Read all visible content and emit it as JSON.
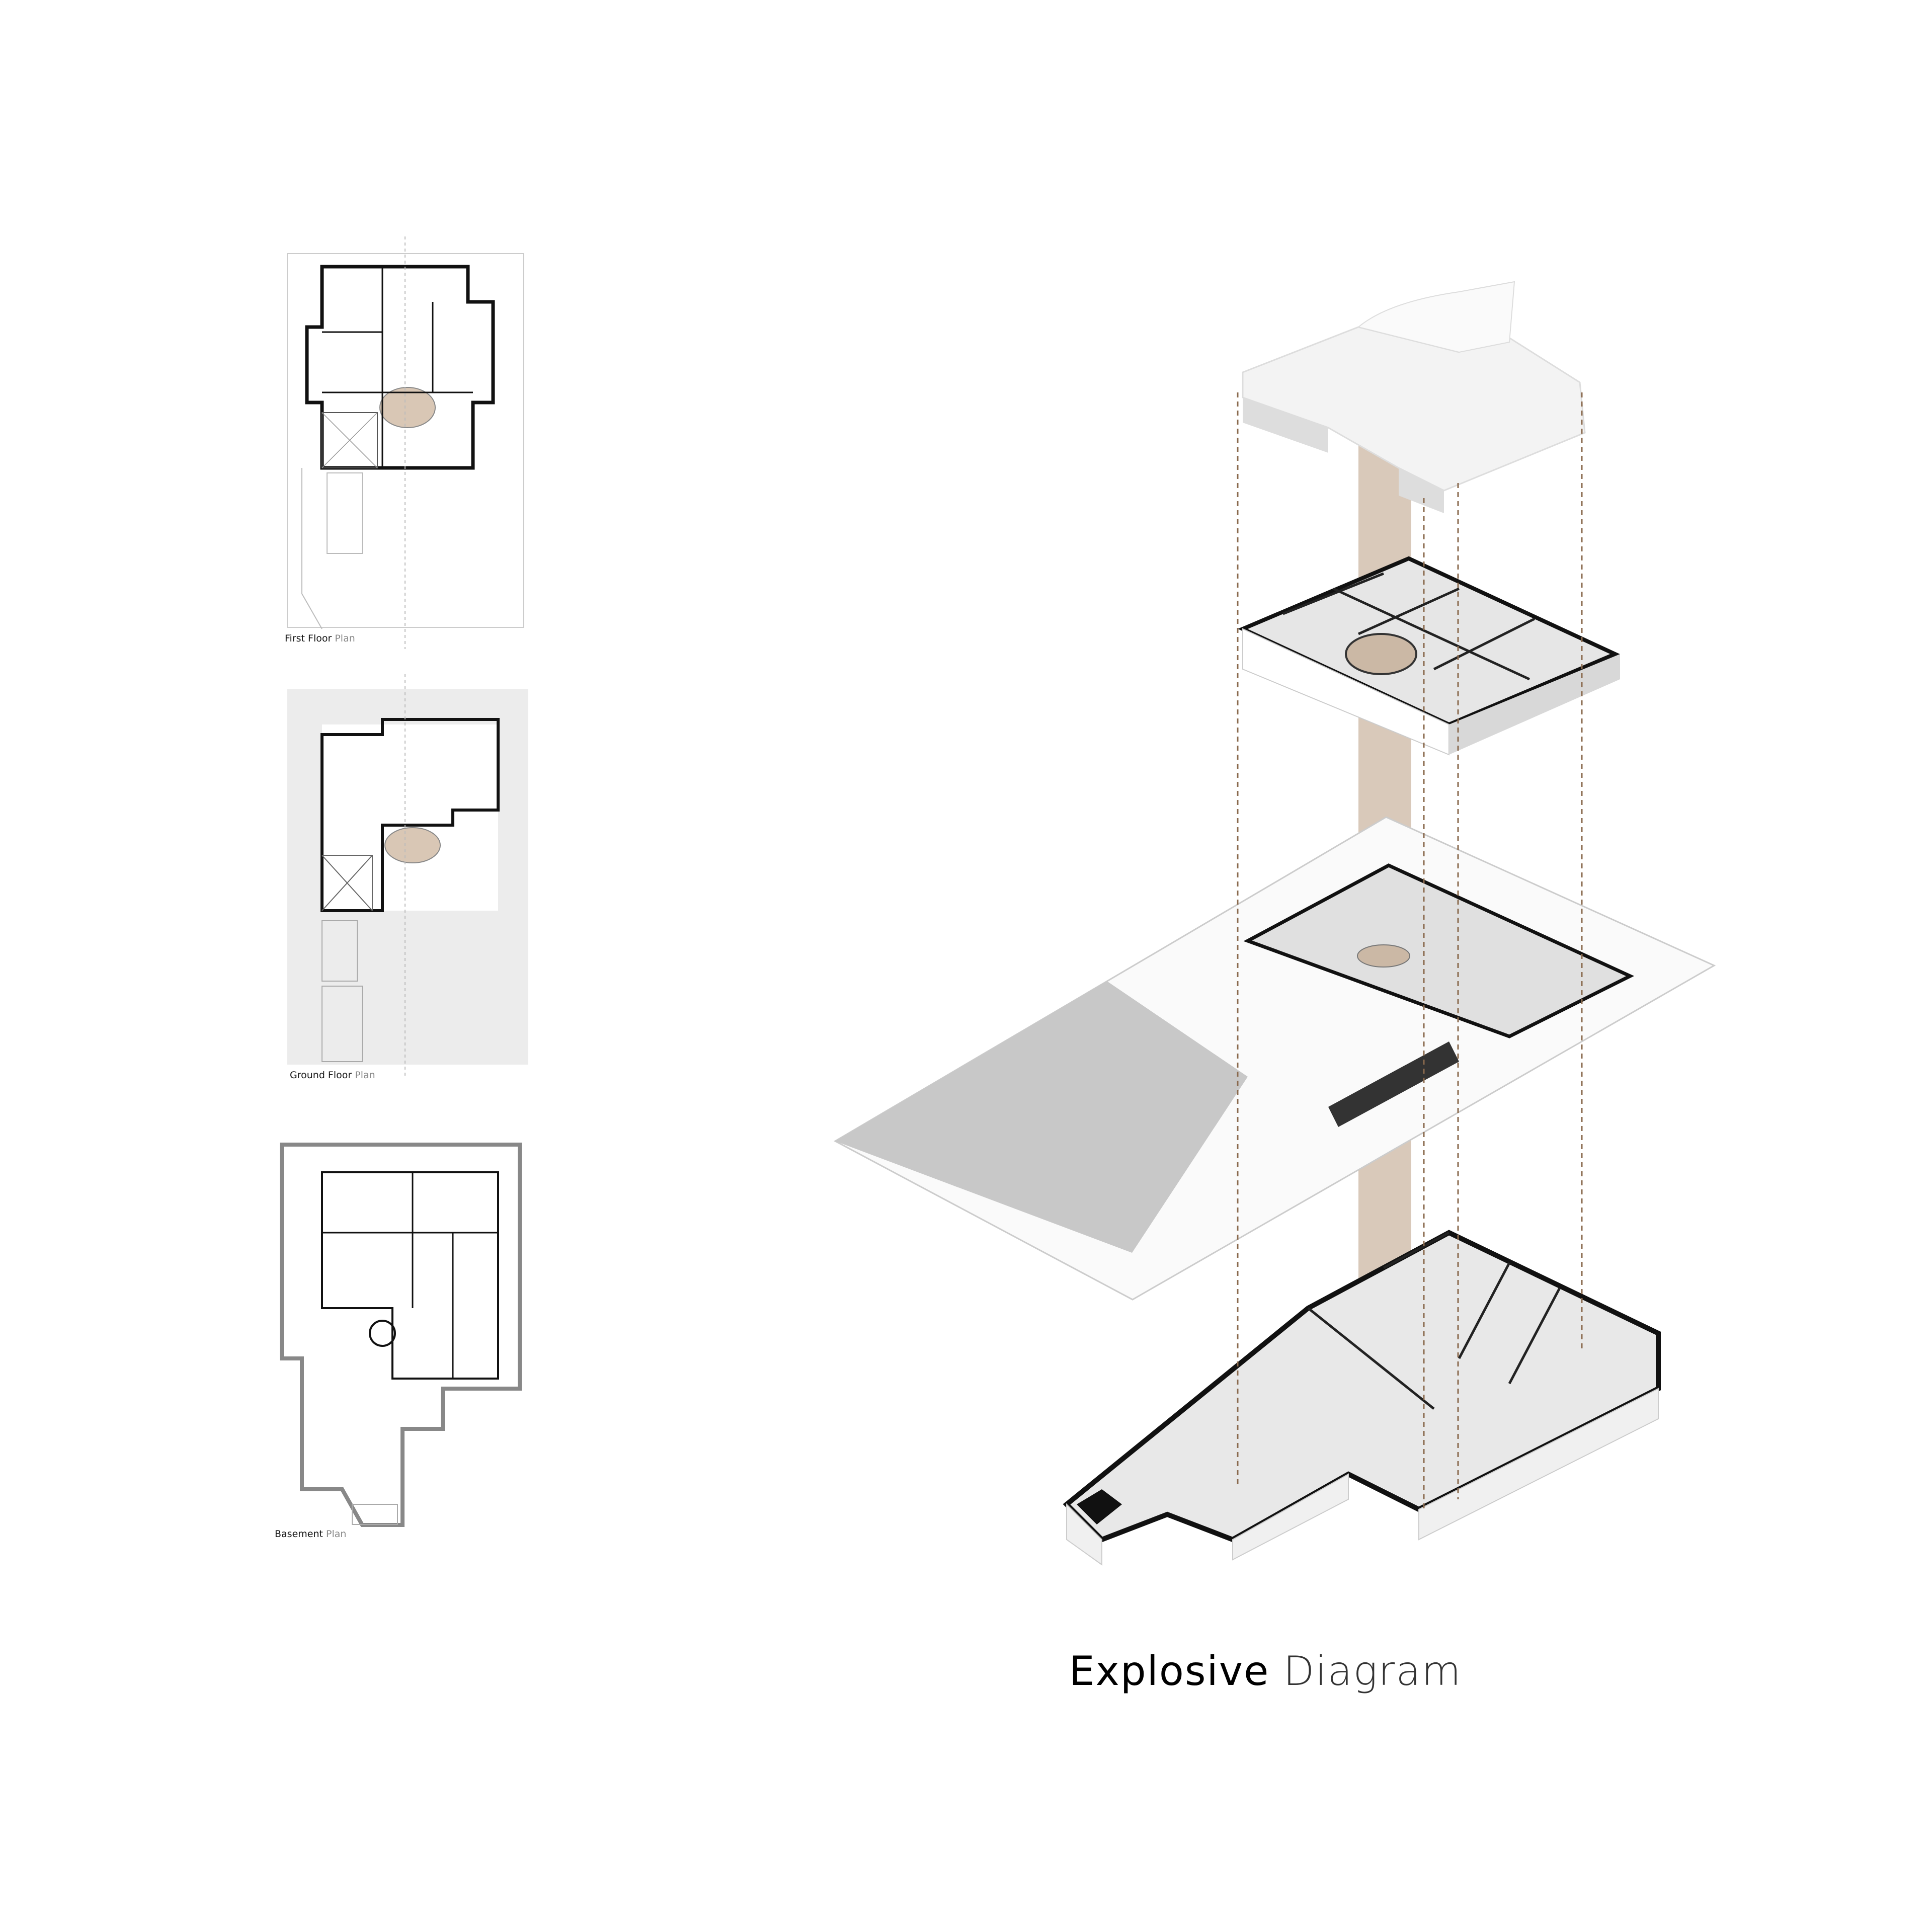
{
  "plans": [
    {
      "name_bold": "First Floor",
      "name_light": "Plan"
    },
    {
      "name_bold": "Ground Floor",
      "name_light": "Plan"
    },
    {
      "name_bold": "Basement",
      "name_light": "Plan"
    }
  ],
  "diagram": {
    "title_bold": "Explosive",
    "title_light": "Diagram"
  },
  "colors": {
    "accent_column": "#c9b29c",
    "guide_dash": "#8a6a4e",
    "wall": "#111111",
    "ground_fill": "#c8c8c8",
    "plan_bg": "#ececec"
  }
}
